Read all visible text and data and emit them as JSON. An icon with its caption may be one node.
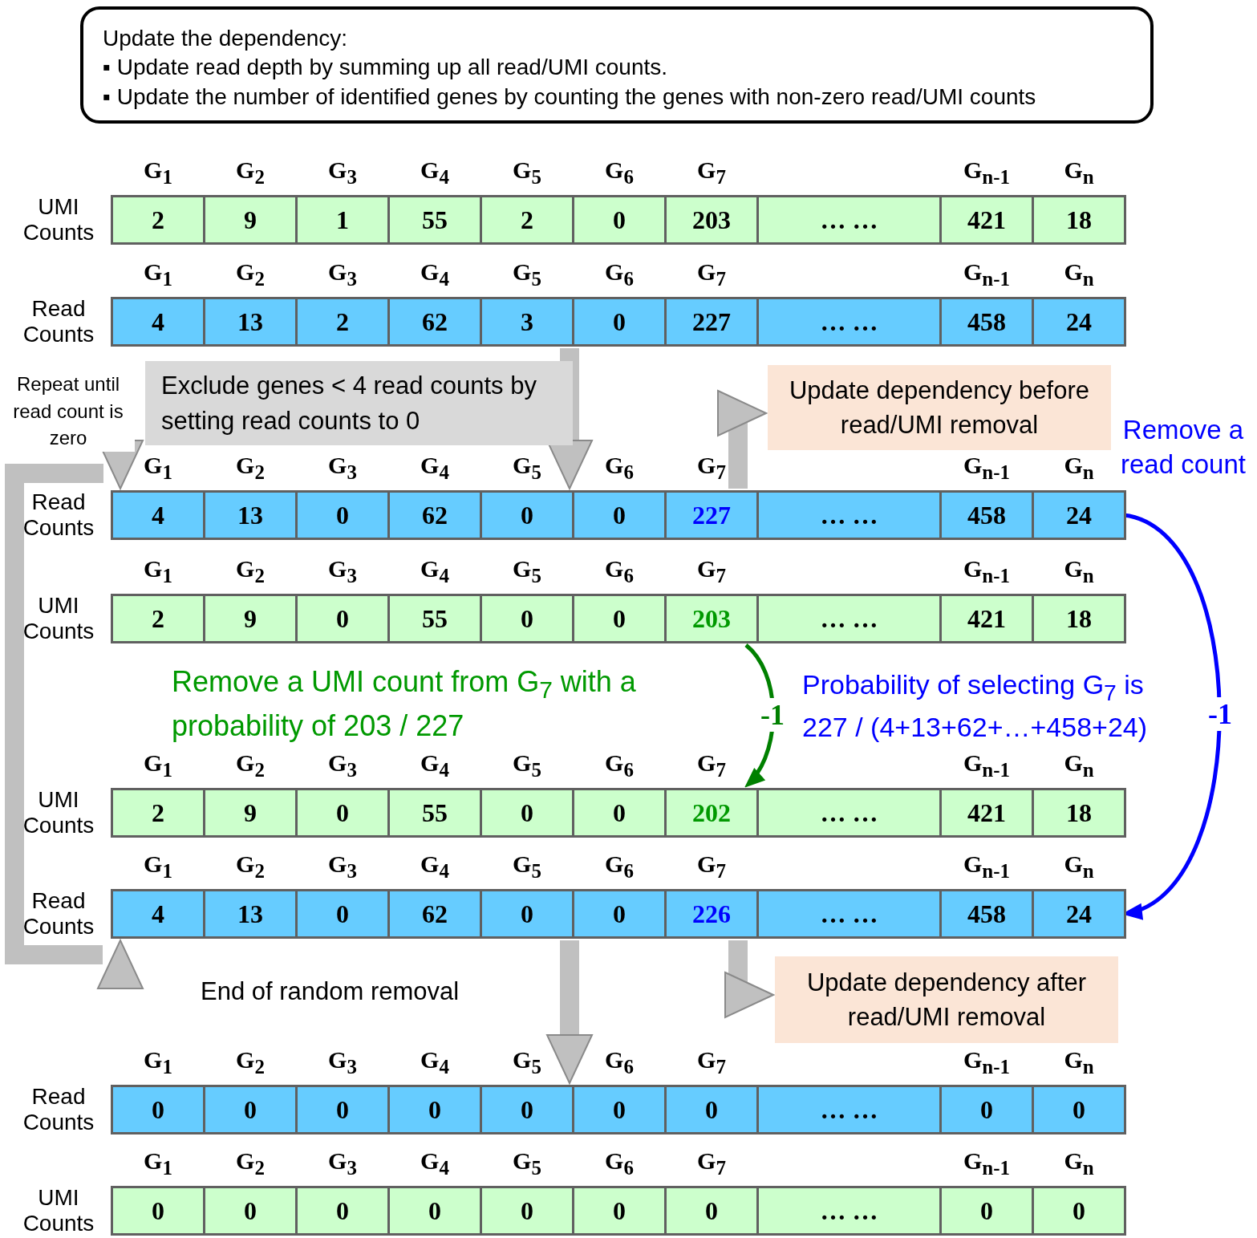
{
  "diagram": {
    "nodes": [
      {
        "text": [
          "Update the dependency:",
          "▪ Update read depth by summing up all read/UMI counts.",
          "▪ Update the number of identified genes by counting the genes with non-zero read/UMI counts"
        ]
      },
      {
        "text": [
          "2",
          "9",
          "1",
          "55",
          "2",
          "0",
          "203",
          "… …",
          "421",
          "18"
        ],
        "beside": [
          "UMI Counts",
          "G$_{1}$",
          "G$_{2}$",
          "G$_{3}$",
          "G$_{4}$",
          "G$_{5}$",
          "G$_{6}$",
          "G$_{7}$",
          "G$_{n-1}$",
          "G$_{n}$"
        ]
      },
      {
        "text": [
          "4",
          "13",
          "2",
          "62",
          "3",
          "0",
          "227",
          "… …",
          "458",
          "24"
        ],
        "beside": [
          "Read Counts",
          "G$_{1}$",
          "G$_{2}$",
          "G$_{3}$",
          "G$_{4}$",
          "G$_{5}$",
          "G$_{6}$",
          "G$_{7}$",
          "G$_{n-1}$",
          "G$_{n}$"
        ]
      },
      {
        "text": [
          "Exclude genes < 4 read counts by setting read counts to 0"
        ]
      },
      {
        "text": [
          "Update dependency before read/UMI removal"
        ]
      },
      {
        "text": [
          "4",
          "13",
          "0",
          "62",
          "0",
          "0",
          "227",
          "… …",
          "458",
          "24"
        ],
        "beside": [
          "Read Counts",
          "G$_{1}$",
          "G$_{2}$",
          "G$_{3}$",
          "G$_{4}$",
          "G$_{5}$",
          "G$_{6}$",
          "G$_{7}$",
          "G$_{n-1}$",
          "G$_{n}$"
        ]
      },
      {
        "text": [
          "2",
          "9",
          "0",
          "55",
          "0",
          "0",
          "203",
          "… …",
          "421",
          "18"
        ],
        "beside": [
          "UMI Counts",
          "G$_{1}$",
          "G$_{2}$",
          "G$_{3}$",
          "G$_{4}$",
          "G$_{5}$",
          "G$_{6}$",
          "G$_{7}$",
          "G$_{n-1}$",
          "G$_{n}$"
        ]
      },
      {
        "text": [
          "2",
          "9",
          "0",
          "55",
          "0",
          "0",
          "202",
          "… …",
          "421",
          "18"
        ],
        "beside": [
          "UMI Counts",
          "G$_{1}$",
          "G$_{2}$",
          "G$_{3}$",
          "G$_{4}$",
          "G$_{5}$",
          "G$_{6}$",
          "G$_{7}$",
          "G$_{n-1}$",
          "G$_{n}$"
        ]
      },
      {
        "text": [
          "4",
          "13",
          "0",
          "62",
          "0",
          "0",
          "226",
          "… …",
          "458",
          "24"
        ],
        "beside": [
          "Read Counts",
          "G$_{1}$",
          "G$_{2}$",
          "G$_{3}$",
          "G$_{4}$",
          "G$_{5}$",
          "G$_{6}$",
          "G$_{7}$",
          "G$_{n-1}$",
          "G$_{n}$"
        ]
      },
      {
        "text": [
          "Update dependency after read/UMI removal"
        ]
      },
      {
        "text": [
          "0",
          "0",
          "0",
          "0",
          "0",
          "0",
          "0",
          "… …",
          "0",
          "0"
        ],
        "beside": [
          "Read Counts",
          "G$_{1}$",
          "G$_{2}$",
          "G$_{3}$",
          "G$_{4}$",
          "G$_{5}$",
          "G$_{6}$",
          "G$_{7}$",
          "G$_{n-1}$",
          "G$_{n}$"
        ]
      },
      {
        "text": [
          "0",
          "0",
          "0",
          "0",
          "0",
          "0",
          "0",
          "… …",
          "0",
          "0"
        ],
        "beside": [
          "UMI Counts",
          "G$_{1}$",
          "G$_{2}$",
          "G$_{3}$",
          "G$_{4}$",
          "G$_{5}$",
          "G$_{6}$",
          "G$_{7}$",
          "G$_{n-1}$",
          "G$_{n}$"
        ]
      }
    ],
    "edges": [
      {
        "from": 2,
        "to": 5,
        "arrow": "to"
      },
      {
        "from": 5,
        "to": 4,
        "arrow": "to"
      },
      {
        "from": 6,
        "to": 7,
        "arrow": "to",
        "label": "-1",
        "color": "#008000"
      },
      {
        "from": 5,
        "to": 8,
        "arrow": "to",
        "label": "-1",
        "color": "#0000ff"
      },
      {
        "from": 8,
        "to": 5,
        "arrow": "both",
        "label": "Repeat until read count is zero"
      },
      {
        "from": 8,
        "to": 10,
        "arrow": "to"
      },
      {
        "from": 8,
        "to": 9,
        "arrow": "to"
      }
    ],
    "labels": [
      "Remove a read count",
      "Remove a UMI count from G$_{7}$ with a probability of 203 / 227",
      "Probability of selecting G$_{7}$ is 227 / (4+13+62+…+458+24)",
      "End of random removal"
    ]
  }
}
